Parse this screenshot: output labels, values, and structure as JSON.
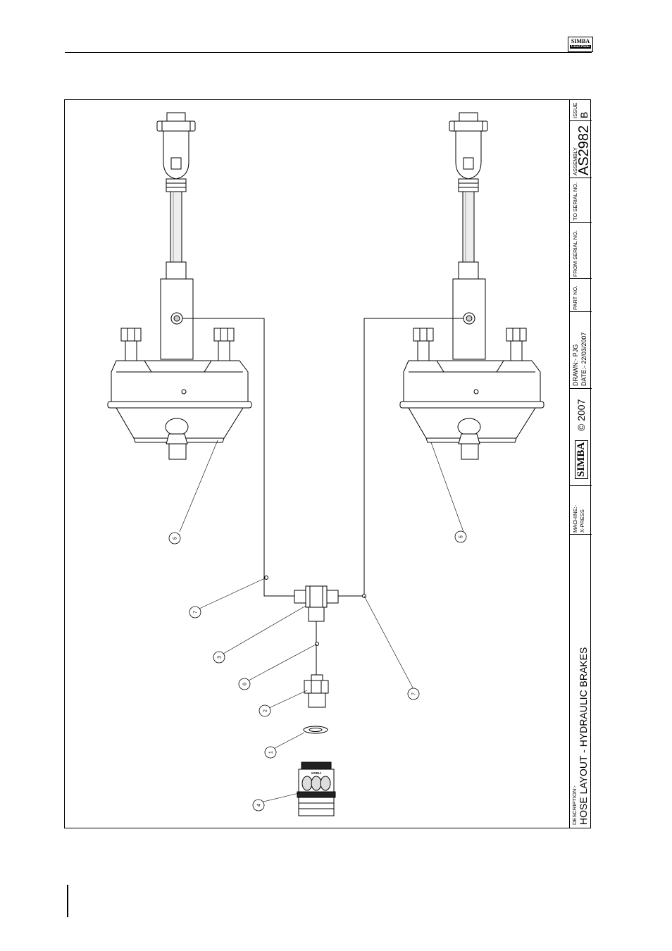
{
  "header": {
    "logo_text": "SIMBA",
    "logo_subtext": "Great Plains"
  },
  "title_block": {
    "description_label": "DESCRIPTION:-",
    "description": "HOSE LAYOUT - HYDRAULIC BRAKES",
    "machine_label": "MACHINE:-",
    "machine": "X-PRESS",
    "logo_text": "SIMBA",
    "copyright": "© 2007",
    "drawn_label": "DRAWN:-",
    "drawn_by": "PJG",
    "date_label": "DATE:-",
    "date": "22/03/2007",
    "part_no_label": "PART NO.",
    "from_serial_label": "FROM SERIAL NO.",
    "to_serial_label": "TO SERIAL NO.",
    "assembly_label": "ASSEMBLY",
    "assembly": "AS2982",
    "issue_label": "ISSUE",
    "issue": "B"
  },
  "callouts": [
    "1",
    "2",
    "3",
    "4",
    "5",
    "5",
    "6",
    "7",
    "7"
  ],
  "coupling_marking": "SIMBA"
}
